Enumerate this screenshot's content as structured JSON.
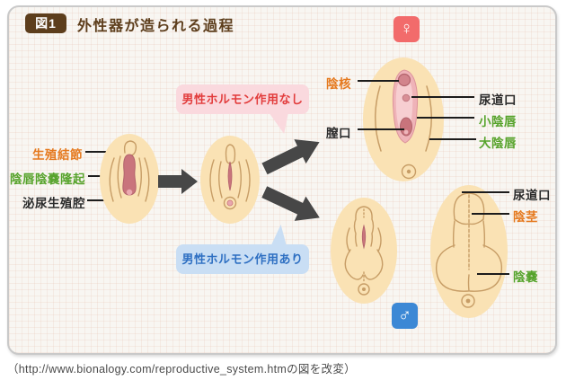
{
  "header": {
    "figure_badge": "図1",
    "title": "外性器が造られる過程"
  },
  "undifferentiated": {
    "genital_tubercle": "生殖結節",
    "labioscrotal_swelling": "陰唇陰嚢隆起",
    "urogenital_sinus": "泌尿生殖腔"
  },
  "callouts": {
    "no_male_hormone": "男性ホルモン作用なし",
    "male_hormone": "男性ホルモン作用あり"
  },
  "female": {
    "symbol": "♀",
    "clitoris": "陰核",
    "vaginal_opening": "膣口",
    "urethral_opening": "尿道口",
    "labia_minora": "小陰唇",
    "labia_majora": "大陰唇"
  },
  "male": {
    "symbol": "♂",
    "urethral_opening": "尿道口",
    "penis": "陰茎",
    "scrotum": "陰嚢"
  },
  "caption": "（http://www.bionalogy.com/reproductive_system.htmの図を改変）",
  "colors": {
    "title_brown": "#5d3e1c",
    "label_orange": "#e5791e",
    "label_green": "#56a32b",
    "label_black": "#2b2b2b",
    "callout_pink_bg": "#fad9de",
    "callout_pink_text": "#e23c3c",
    "callout_blue_bg": "#c9def4",
    "callout_blue_text": "#2e6fc2",
    "female_badge": "#f26b6b",
    "male_badge": "#3c88d5",
    "arrow_gray": "#474747",
    "skin": "#fae2b4",
    "outline_brown": "#c79d66",
    "pink_mid": "#c9747c"
  }
}
